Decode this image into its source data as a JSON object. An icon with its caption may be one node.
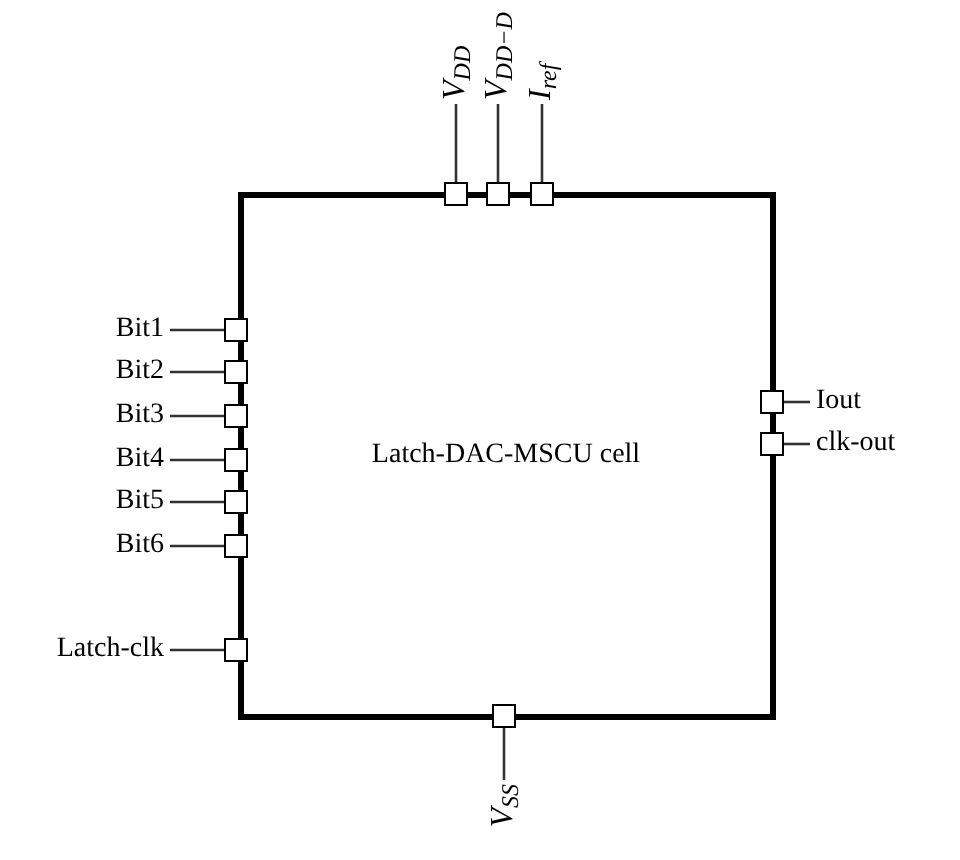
{
  "diagram": {
    "nodes": [
      {
        "text": [
          "Latch-DAC-MSCU cell"
        ]
      },
      {
        "text": [
          "V$_{DD}$"
        ]
      },
      {
        "text": [
          "V$_{DD−D}$"
        ]
      },
      {
        "text": [
          "I$_{ref}$"
        ]
      },
      {
        "text": [
          "Bit1"
        ]
      },
      {
        "text": [
          "Bit2"
        ]
      },
      {
        "text": [
          "Bit3"
        ]
      },
      {
        "text": [
          "Bit4"
        ]
      },
      {
        "text": [
          "Bit5"
        ]
      },
      {
        "text": [
          "Bit6"
        ]
      },
      {
        "text": [
          "Latch-clk"
        ]
      },
      {
        "text": [
          "Iout"
        ]
      },
      {
        "text": [
          "clk-out"
        ]
      },
      {
        "text": [
          "V$_{SS}$"
        ]
      },
      {
        "text": [],
        "shape": "box"
      },
      {
        "text": [],
        "shape": "box"
      },
      {
        "text": [],
        "shape": "box"
      },
      {
        "text": [],
        "shape": "box"
      },
      {
        "text": [],
        "shape": "box"
      },
      {
        "text": [],
        "shape": "box"
      },
      {
        "text": [],
        "shape": "box"
      },
      {
        "text": [],
        "shape": "box"
      },
      {
        "text": [],
        "shape": "box"
      },
      {
        "text": [],
        "shape": "box"
      },
      {
        "text": [],
        "shape": "box"
      },
      {
        "text": [],
        "shape": "box"
      },
      {
        "text": [],
        "shape": "box"
      }
    ],
    "edges": [
      {
        "from": 1,
        "to": 14,
        "arrow": "none"
      },
      {
        "from": 2,
        "to": 15,
        "arrow": "none"
      },
      {
        "from": 3,
        "to": 16,
        "arrow": "none"
      },
      {
        "from": 4,
        "to": 17,
        "arrow": "none"
      },
      {
        "from": 5,
        "to": 18,
        "arrow": "none"
      },
      {
        "from": 6,
        "to": 19,
        "arrow": "none"
      },
      {
        "from": 7,
        "to": 20,
        "arrow": "none"
      },
      {
        "from": 8,
        "to": 21,
        "arrow": "none"
      },
      {
        "from": 9,
        "to": 22,
        "arrow": "none"
      },
      {
        "from": 10,
        "to": 23,
        "arrow": "none"
      },
      {
        "from": 11,
        "to": 24,
        "arrow": "none"
      },
      {
        "from": 12,
        "to": 25,
        "arrow": "none"
      },
      {
        "from": 13,
        "to": 26,
        "arrow": "none"
      }
    ]
  }
}
